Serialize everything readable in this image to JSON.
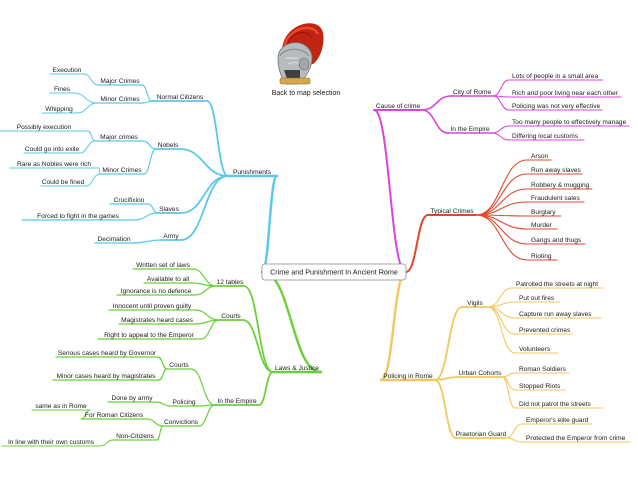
{
  "center": "Crime and Punishment In Ancient Rome",
  "back_link": "Back to map selection",
  "colors": {
    "punishments": "#5bc8ea",
    "laws": "#6ad13a",
    "policing": "#f2c75e",
    "crimes": "#e0472c",
    "causes": "#d845d8"
  },
  "labels": {
    "punishments": "Punishments",
    "normal_citizens": "Normal Citizens",
    "nc_major": "Major Crimes",
    "nc_execution": "Execution",
    "nc_minor": "Minor Crimes",
    "nc_fines": "Fines",
    "nc_whipping": "Whipping",
    "nobels": "Nobels",
    "nb_major": "Major crimes",
    "nb_possibly_execution": "Possibly execution",
    "nb_exile": "Could go into exile",
    "nb_minor": "Minor Crimes",
    "nb_rare_fines": "Rare as Nobles were rich",
    "nb_could_be_fined": "Could be fined",
    "slaves": "Slaves",
    "sl_crucifixion": "Crucifixion",
    "sl_games": "Forced to fight in the games",
    "army": "Army",
    "ar_decimation": "Decimation",
    "laws_justice": "Laws & Justice",
    "twelve_tables": "12 tables",
    "tt_written": "Written set of laws",
    "tt_available": "Available to all",
    "tt_ignorance": "Ignorance is no defence",
    "courts": "Courts",
    "ct_innocent": "Innocent until proven guilty",
    "ct_magistrates": "Magistrates heard cases",
    "ct_appeal": "Right to appeal to the Emperor",
    "in_empire": "In the Empire",
    "ie_courts": "Courts",
    "ie_governor": "Serious cases heard by Governor",
    "ie_minor_magistrates": "Minor cases heard by magistrates",
    "ie_policing": "Policing",
    "ie_done_by_army": "Done by army",
    "ie_convictions": "Convictions",
    "ie_for_citizens": "For Roman Citizens",
    "ie_same_as_rome": "same as in Rome",
    "ie_non_citizens": "Non-Citizens",
    "ie_local_customs": "In line with their own customs",
    "cause": "Cause of crime",
    "city_of_rome": "City of Rome",
    "cr_small_area": "Lots of people in a small area",
    "cr_rich_poor": "Rich and poor living near each other",
    "cr_policing": "Policing was not very effective",
    "in_the_empire": "In the Empire",
    "em_too_many": "Too many people to effectively manage",
    "em_customs": "Differing local customs",
    "typical_crimes": "Typical Crimes",
    "tc_arson": "Arson",
    "tc_slaves": "Run away slaves",
    "tc_robbery": "Robbery & mugging",
    "tc_fraud": "Fraudulent sales",
    "tc_burglary": "Burglary",
    "tc_murder": "Murder",
    "tc_gangs": "Gangs and thugs",
    "tc_rioting": "Rioting",
    "policing_in_rome": "Policing in Rome",
    "vigils": "Vigils",
    "vg_patrolled": "Patrolled the streets at night",
    "vg_fires": "Put out fires",
    "vg_slaves": "Capture run away slaves",
    "vg_prevented": "Prevented crimes",
    "vg_volunteers": "Volunteers",
    "urban_cohorts": "Urban Cohorts",
    "uc_soldiers": "Roman Soldiers",
    "uc_riots": "Stopped Riots",
    "uc_not_patrol": "Did not patrol the streets",
    "praetorian_guard": "Praetorian Guard",
    "pg_elite": "Emperor's elite guard",
    "pg_protected": "Protected the Emperor from crime"
  }
}
